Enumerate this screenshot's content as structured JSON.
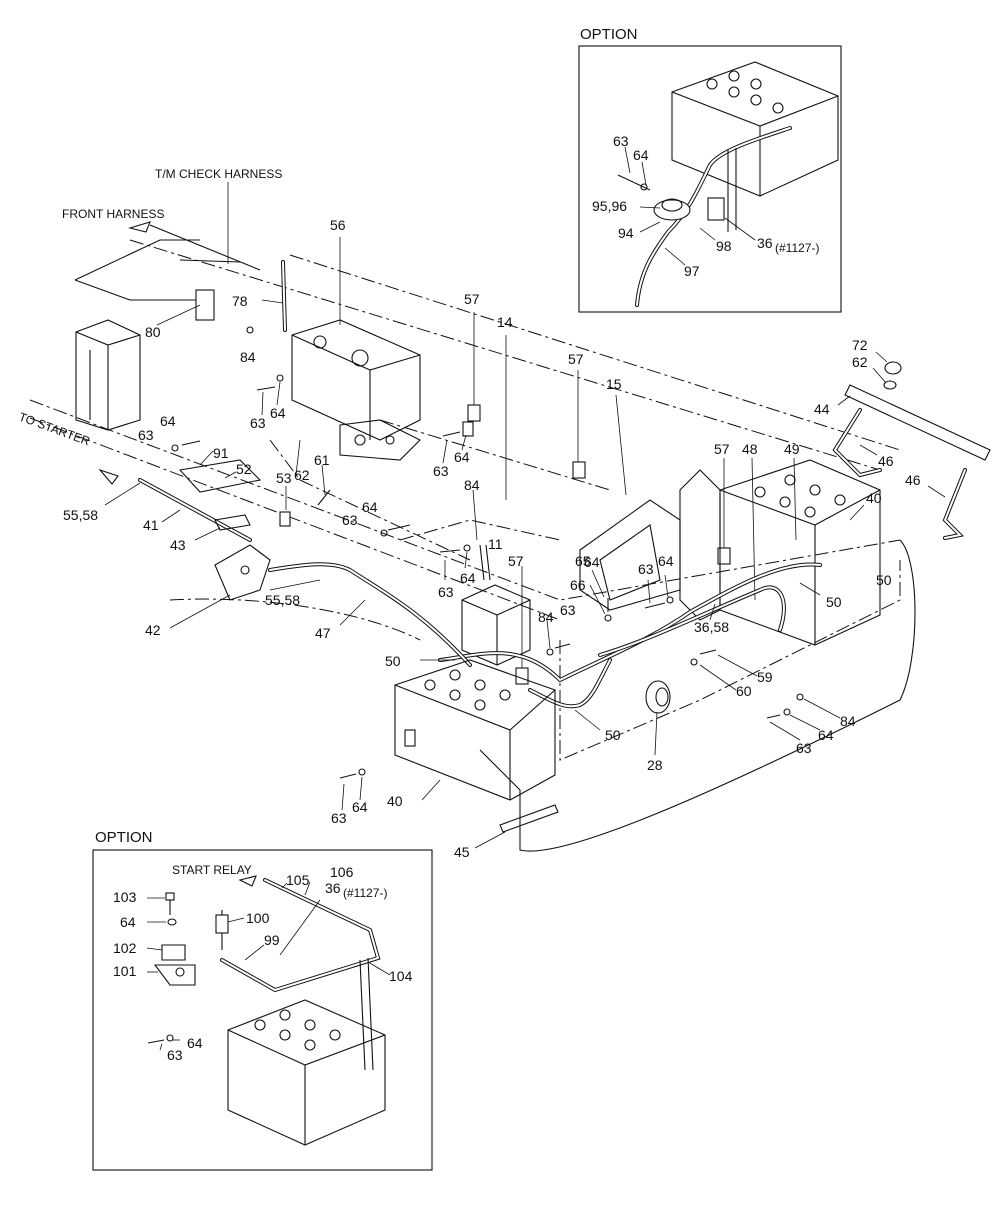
{
  "labels": {
    "option_top": "OPTION",
    "option_bottom": "OPTION",
    "tm_check_harness": "T/M CHECK HARNESS",
    "front_harness": "FRONT HARNESS",
    "to_starter": "TO STARTER",
    "start_relay": "START RELAY"
  },
  "option_top_parts": {
    "p63": "63",
    "p64": "64",
    "p9596": "95,96",
    "p94": "94",
    "p98": "98",
    "p36": "36",
    "p36_note": "(#1127-)",
    "p97": "97"
  },
  "option_bottom_parts": {
    "p103": "103",
    "p64a": "64",
    "p100": "100",
    "p102": "102",
    "p101": "101",
    "p99": "99",
    "p105": "105",
    "p106": "106",
    "p36": "36",
    "p36_note": "(#1127-)",
    "p104": "104",
    "p63": "63",
    "p64b": "64"
  },
  "main_parts": [
    "56",
    "78",
    "80",
    "84",
    "57",
    "14",
    "57",
    "15",
    "72",
    "62",
    "44",
    "46",
    "46",
    "40",
    "49",
    "48",
    "57",
    "64",
    "63",
    "62",
    "61",
    "53",
    "52",
    "91",
    "63",
    "64",
    "55,58",
    "41",
    "43",
    "63",
    "64",
    "84",
    "64",
    "63",
    "11",
    "63",
    "64",
    "84",
    "57",
    "65",
    "66",
    "63",
    "64",
    "50",
    "36,58",
    "50",
    "59",
    "60",
    "42",
    "55,58",
    "47",
    "50",
    "63",
    "64",
    "28",
    "50",
    "84",
    "64",
    "63",
    "40",
    "63",
    "64",
    "45"
  ]
}
